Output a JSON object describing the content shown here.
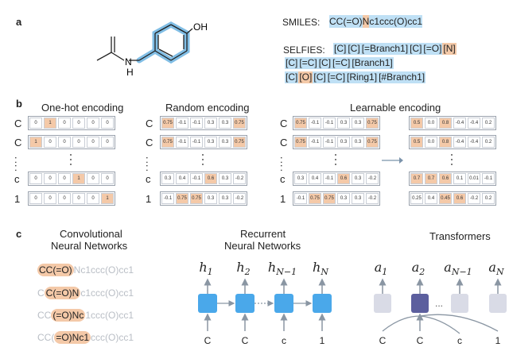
{
  "panel_a": {
    "letter": "a",
    "molecule": {
      "oh_label": "OH",
      "nh_label": "N",
      "h_label": "H"
    },
    "smiles_label": "SMILES:",
    "smiles_parts": [
      {
        "text": "CC(=O)",
        "color": "#bfe0f5"
      },
      {
        "text": "N",
        "color": "#f4c9a8"
      },
      {
        "text": "c1ccc(O)cc1",
        "color": "#bfe0f5"
      }
    ],
    "selfies_label": "SELFIES:",
    "selfies_lines": [
      [
        {
          "text": "[C]",
          "c": "b"
        },
        {
          "text": "[C]",
          "c": "b"
        },
        {
          "text": "[=Branch1]",
          "c": "b"
        },
        {
          "text": "[C]",
          "c": "b"
        },
        {
          "text": "[=O]",
          "c": "b"
        },
        {
          "text": "[N]",
          "c": "o"
        }
      ],
      [
        {
          "text": "[C]",
          "c": "b"
        },
        {
          "text": "[=C]",
          "c": "b"
        },
        {
          "text": "[C]",
          "c": "b"
        },
        {
          "text": "[=C]",
          "c": "b"
        },
        {
          "text": "[Branch1]",
          "c": "b"
        }
      ],
      [
        {
          "text": "[C]",
          "c": "b"
        },
        {
          "text": "[O]",
          "c": "o"
        },
        {
          "text": "[C]",
          "c": "b"
        },
        {
          "text": "[=C]",
          "c": "b"
        },
        {
          "text": "[Ring1]",
          "c": "b"
        },
        {
          "text": "[#Branch1]",
          "c": "b"
        }
      ]
    ],
    "colors": {
      "blue": "#bfe0f5",
      "orange": "#f4c9a8",
      "bond_highlight": "#6bb3e0"
    }
  },
  "panel_b": {
    "letter": "b",
    "row_labels": [
      "C",
      "C",
      ":",
      "c",
      "1"
    ],
    "one_hot": {
      "title": "One-hot encoding",
      "rows": [
        [
          "0",
          "1",
          "0",
          "0",
          "0",
          "0"
        ],
        [
          "1",
          "0",
          "0",
          "0",
          "0",
          "0"
        ],
        [
          "0",
          "0",
          "0",
          "1",
          "0",
          "0"
        ],
        [
          "0",
          "0",
          "0",
          "0",
          "0",
          "1"
        ]
      ]
    },
    "random": {
      "title": "Random encoding",
      "rows": [
        [
          "0.75",
          "-0.1",
          "-0.1",
          "0.3",
          "0.3",
          "0.75"
        ],
        [
          "0.75",
          "-0.1",
          "-0.1",
          "0.3",
          "0.3",
          "0.75"
        ],
        [
          "0.3",
          "0.4",
          "-0.1",
          "0.6",
          "0.3",
          "-0.2"
        ],
        [
          "-0.1",
          "0.75",
          "0.75",
          "0.3",
          "0.3",
          "-0.2"
        ]
      ]
    },
    "learnable": {
      "title": "Learnable encoding",
      "before": [
        [
          "0.75",
          "-0.1",
          "-0.1",
          "0.3",
          "0.3",
          "0.75"
        ],
        [
          "0.75",
          "-0.1",
          "-0.1",
          "0.3",
          "0.3",
          "0.75"
        ],
        [
          "0.3",
          "0.4",
          "-0.1",
          "0.6",
          "0.3",
          "-0.2"
        ],
        [
          "-0.1",
          "0.75",
          "0.75",
          "0.3",
          "0.3",
          "-0.2"
        ]
      ],
      "after": [
        [
          "0.5",
          "0.0",
          "0.8",
          "-0.4",
          "-0.4",
          "0.2"
        ],
        [
          "0.5",
          "0.0",
          "0.8",
          "-0.4",
          "-0.4",
          "0.2"
        ],
        [
          "0.7",
          "0.7",
          "0.6",
          "0.1",
          "0.01",
          "-0.1"
        ],
        [
          "0.25",
          "0.4",
          "0.45",
          "0.6",
          "-0.2",
          "0.2"
        ]
      ]
    },
    "highlight_color": "#f4c9a8"
  },
  "panel_c": {
    "letter": "c",
    "cnn": {
      "title_line1": "Convolutional",
      "title_line2": "Neural Networks",
      "lines": [
        {
          "pre": "",
          "hl": "CC(=O)",
          "post": "Nc1ccc(O)cc1"
        },
        {
          "pre": "C",
          "hl": "C(=O)N",
          "post": "c1ccc(O)cc1"
        },
        {
          "pre": "CC",
          "hl": "(=O)Nc",
          "post": "1ccc(O)cc1"
        },
        {
          "pre": "CC(",
          "hl": "=O)Nc1",
          "post": "ccc(O)cc1"
        }
      ]
    },
    "rnn": {
      "title_line1": "Recurrent",
      "title_line2": "Neural Networks",
      "hidden": [
        "h1",
        "h2",
        "hN-1",
        "hN"
      ],
      "inputs": [
        "C",
        "C",
        "c",
        "1"
      ],
      "node_color": "#4aa8ea"
    },
    "transformer": {
      "title": "Transformers",
      "outputs": [
        "a1",
        "a2",
        "aN-1",
        "aN"
      ],
      "inputs": [
        "C",
        "C",
        "c",
        "1"
      ],
      "ellipsis": "...",
      "node_color": "#d9dbe6",
      "focus_color": "#5c5f9e"
    }
  }
}
